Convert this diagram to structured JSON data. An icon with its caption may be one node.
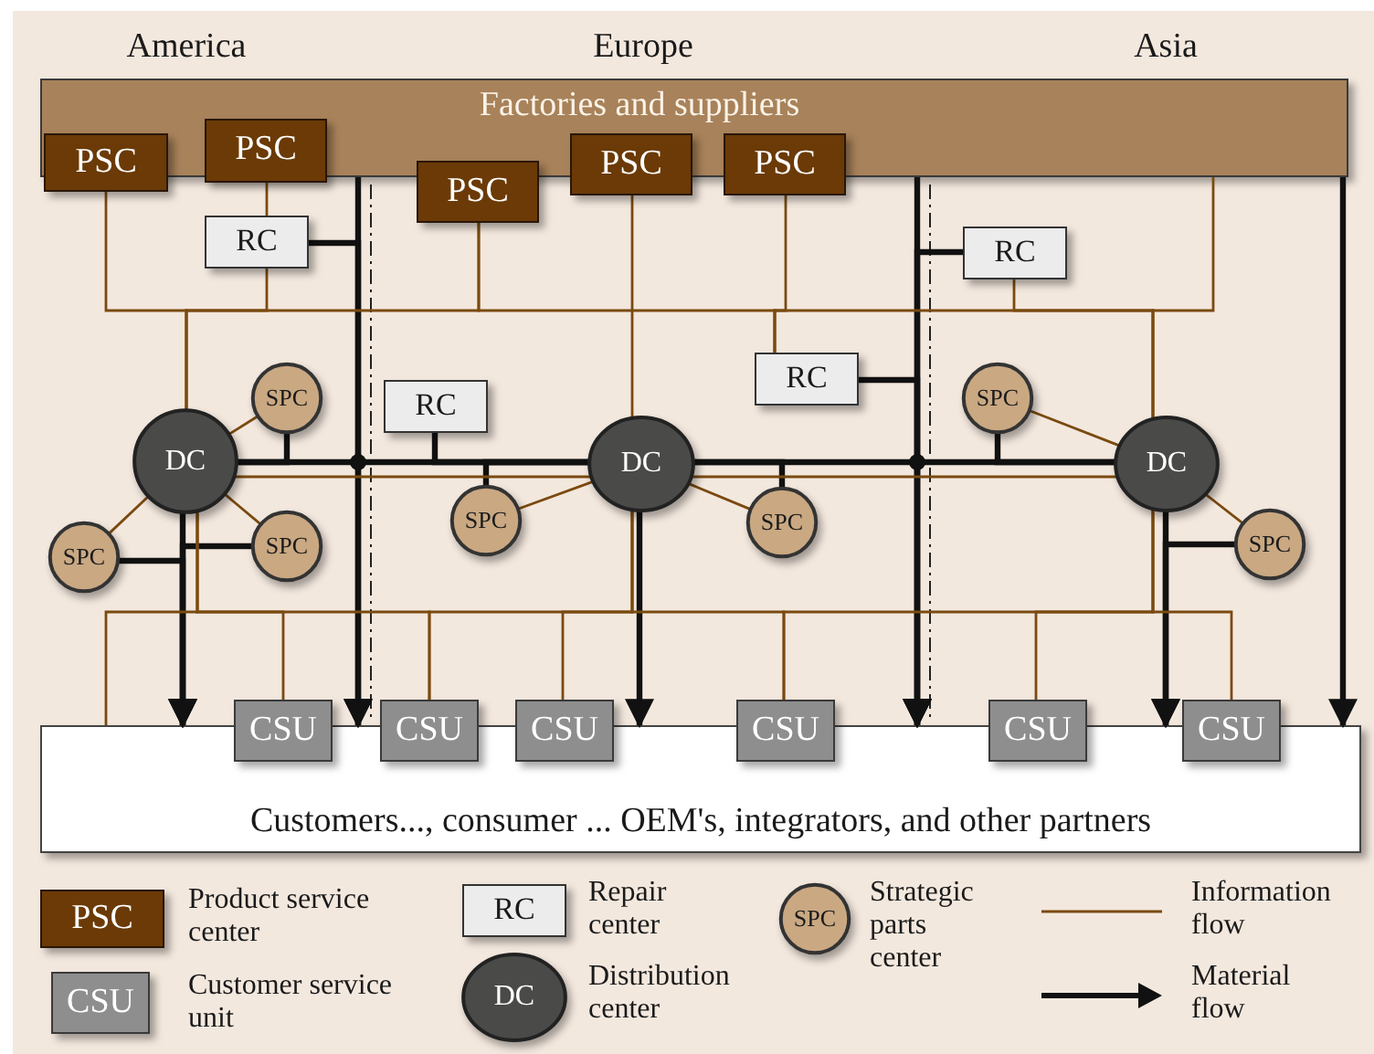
{
  "diagram": {
    "nodes": [
      {
        "text": [
          "Factories and suppliers"
        ]
      },
      {
        "text": [
          "PSC"
        ]
      },
      {
        "text": [
          "PSC"
        ]
      },
      {
        "text": [
          "PSC"
        ]
      },
      {
        "text": [
          "PSC"
        ]
      },
      {
        "text": [
          "PSC"
        ]
      },
      {
        "text": [
          "RC"
        ]
      },
      {
        "text": [
          "RC"
        ]
      },
      {
        "text": [
          "RC"
        ]
      },
      {
        "text": [
          "RC"
        ]
      },
      {
        "text": [
          "DC"
        ]
      },
      {
        "text": [
          "DC"
        ]
      },
      {
        "text": [
          "DC"
        ]
      },
      {
        "text": [
          "SPC"
        ]
      },
      {
        "text": [
          "SPC"
        ]
      },
      {
        "text": [
          "SPC"
        ]
      },
      {
        "text": [
          "SPC"
        ]
      },
      {
        "text": [
          "SPC"
        ]
      },
      {
        "text": [
          "SPC"
        ]
      },
      {
        "text": [
          "SPC"
        ]
      },
      {
        "text": [
          "Customers..., consumer ... OEM's, integrators, and other partners"
        ]
      },
      {
        "text": [
          "CSU"
        ]
      },
      {
        "text": [
          "CSU"
        ]
      },
      {
        "text": [
          "CSU"
        ]
      },
      {
        "text": [
          "CSU"
        ]
      },
      {
        "text": [
          "CSU"
        ]
      },
      {
        "text": [
          "CSU"
        ]
      }
    ],
    "edges": [
      {
        "from": 0,
        "to": 20,
        "arrow": "to",
        "style": "thick",
        "color": "#111111"
      },
      {
        "from": 0,
        "to": 20,
        "arrow": "to",
        "style": "thick",
        "color": "#111111"
      },
      {
        "from": 0,
        "to": 20,
        "arrow": "to",
        "style": "thick",
        "color": "#111111"
      },
      {
        "from": 6,
        "to": 20,
        "arrow": "to",
        "style": "thick",
        "color": "#111111"
      },
      {
        "from": 7,
        "to": 20,
        "arrow": "to",
        "style": "thick",
        "color": "#111111"
      },
      {
        "from": 9,
        "to": 20,
        "arrow": "to",
        "style": "thick",
        "color": "#111111"
      },
      {
        "from": 10,
        "to": 11,
        "arrow": "none",
        "style": "thick",
        "color": "#111111"
      },
      {
        "from": 11,
        "to": 12,
        "arrow": "none",
        "style": "thick",
        "color": "#111111"
      },
      {
        "from": 13,
        "to": 10,
        "arrow": "none",
        "style": "thick",
        "color": "#111111"
      },
      {
        "from": 8,
        "to": 11,
        "arrow": "none",
        "style": "thick",
        "color": "#111111"
      },
      {
        "from": 16,
        "to": 11,
        "arrow": "none",
        "style": "thick",
        "color": "#111111"
      },
      {
        "from": 17,
        "to": 11,
        "arrow": "none",
        "style": "thick",
        "color": "#111111"
      },
      {
        "from": 18,
        "to": 12,
        "arrow": "none",
        "style": "thick",
        "color": "#111111"
      },
      {
        "from": 10,
        "to": 20,
        "arrow": "to",
        "style": "thick",
        "color": "#111111"
      },
      {
        "from": 14,
        "to": 20,
        "arrow": "to",
        "style": "thick",
        "color": "#111111"
      },
      {
        "from": 15,
        "to": 20,
        "arrow": "to",
        "style": "thick",
        "color": "#111111"
      },
      {
        "from": 11,
        "to": 20,
        "arrow": "to",
        "style": "thick",
        "color": "#111111"
      },
      {
        "from": 12,
        "to": 20,
        "arrow": "to",
        "style": "thick",
        "color": "#111111"
      },
      {
        "from": 19,
        "to": 20,
        "arrow": "to",
        "style": "thick",
        "color": "#111111"
      },
      {
        "from": 2,
        "to": 6,
        "arrow": "none"
      },
      {
        "from": 1,
        "to": 10,
        "arrow": "none"
      },
      {
        "from": 6,
        "to": 10,
        "arrow": "none"
      },
      {
        "from": 3,
        "to": 10,
        "arrow": "none"
      },
      {
        "from": 3,
        "to": 9,
        "arrow": "none"
      },
      {
        "from": 4,
        "to": 11,
        "arrow": "none"
      },
      {
        "from": 5,
        "to": 9,
        "arrow": "none"
      },
      {
        "from": 9,
        "to": 12,
        "arrow": "none"
      },
      {
        "from": 7,
        "to": 12,
        "arrow": "none"
      },
      {
        "from": 0,
        "to": 12,
        "arrow": "none"
      },
      {
        "from": 10,
        "to": 11,
        "arrow": "none"
      },
      {
        "from": 11,
        "to": 12,
        "arrow": "none"
      },
      {
        "from": 13,
        "to": 10,
        "arrow": "none"
      },
      {
        "from": 14,
        "to": 10,
        "arrow": "none"
      },
      {
        "from": 15,
        "to": 10,
        "arrow": "none"
      },
      {
        "from": 16,
        "to": 11,
        "arrow": "none"
      },
      {
        "from": 17,
        "to": 11,
        "arrow": "none"
      },
      {
        "from": 18,
        "to": 12,
        "arrow": "none"
      },
      {
        "from": 19,
        "to": 12,
        "arrow": "none"
      },
      {
        "from": 10,
        "to": 20,
        "arrow": "none"
      },
      {
        "from": 10,
        "to": 21,
        "arrow": "none"
      },
      {
        "from": 10,
        "to": 22,
        "arrow": "none"
      },
      {
        "from": 11,
        "to": 22,
        "arrow": "none"
      },
      {
        "from": 11,
        "to": 23,
        "arrow": "none"
      },
      {
        "from": 11,
        "to": 24,
        "arrow": "none"
      },
      {
        "from": 12,
        "to": 24,
        "arrow": "none"
      },
      {
        "from": 12,
        "to": 25,
        "arrow": "none"
      },
      {
        "from": 12,
        "to": 26,
        "arrow": "none"
      }
    ],
    "labels": [
      "America",
      "Europe",
      "Asia",
      "PSC",
      "RC",
      "SPC",
      "CSU",
      "DC"
    ],
    "legend": [
      {
        "text": "Product service center"
      },
      {
        "text": "Repair center"
      },
      {
        "text": "Strategic parts center"
      },
      {
        "text": "Information flow"
      },
      {
        "text": "Customer service unit"
      },
      {
        "text": "Distribution center"
      },
      {
        "text": "Material flow"
      }
    ]
  }
}
